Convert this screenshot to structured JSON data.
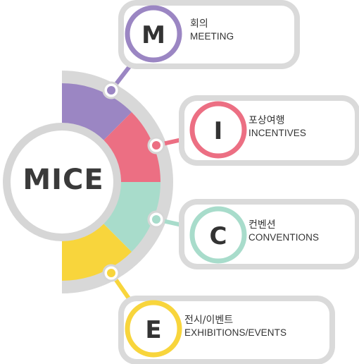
{
  "hub": {
    "label": "MICE"
  },
  "items": [
    {
      "key": "meeting",
      "letter": "M",
      "ko": "회의",
      "en": "MEETING",
      "color": "#9b86c3"
    },
    {
      "key": "incentives",
      "letter": "I",
      "ko": "포상여행",
      "en": "INCENTIVES",
      "color": "#ec6f83"
    },
    {
      "key": "conventions",
      "letter": "C",
      "ko": "컨벤션",
      "en": "CONVENTIONS",
      "color": "#a8dccb"
    },
    {
      "key": "events",
      "letter": "E",
      "ko": "전시/이벤트",
      "en": "EXHIBITIONS/EVENTS",
      "color": "#f8d53c"
    }
  ],
  "colors": {
    "ring": "#d6d6d6",
    "hub_border": "#d6d6d6",
    "text": "#333333"
  }
}
